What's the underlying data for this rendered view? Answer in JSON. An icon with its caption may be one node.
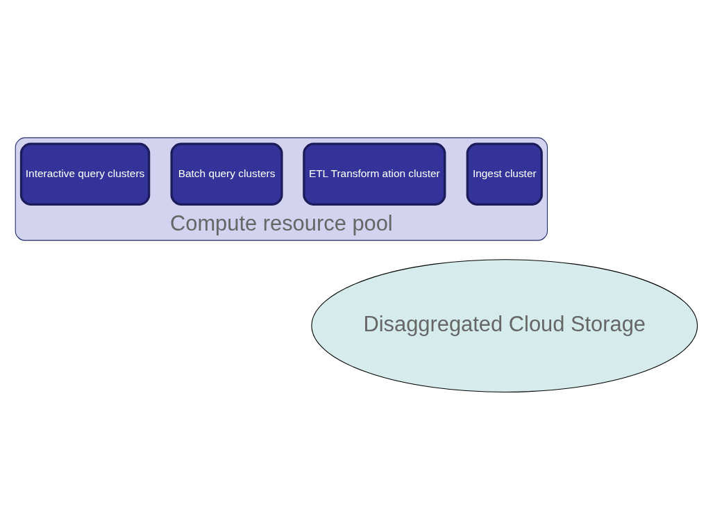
{
  "diagram": {
    "nodes": [
      {
        "text": [
          "Compute resource pool"
        ]
      },
      {
        "text": [
          "Ingest cluster"
        ],
        "in": 0
      },
      {
        "text": [
          "ETL Transform ation cluster"
        ],
        "in": 0
      },
      {
        "text": [
          "Batch query clusters"
        ],
        "in": 0
      },
      {
        "text": [
          "Interactive query clusters"
        ],
        "in": 0
      },
      {
        "text": [
          "Disaggregated Cloud Storage"
        ]
      }
    ]
  }
}
